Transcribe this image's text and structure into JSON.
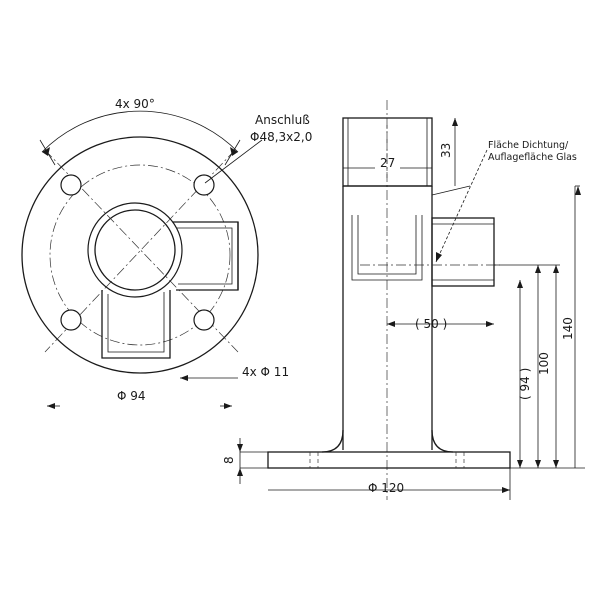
{
  "drawing": {
    "top_view": {
      "angle_dim": "4x  90°",
      "connection_label": "Anschluß",
      "connection_size": "Φ48,3x2,0",
      "hole_dim": "4x  Φ  11",
      "pitch_dim": "Φ  94"
    },
    "side_view": {
      "dim_top_width": "27",
      "dim_top_height": "33",
      "seal_note_line1": "Fläche Dichtung/",
      "seal_note_line2": "Auflagefläche Glas",
      "dim_offset": "( 50 )",
      "dim_94": "( 94 )",
      "dim_100": "100",
      "dim_140": "140",
      "dim_plate": "8",
      "dim_base": "Φ  120"
    }
  }
}
